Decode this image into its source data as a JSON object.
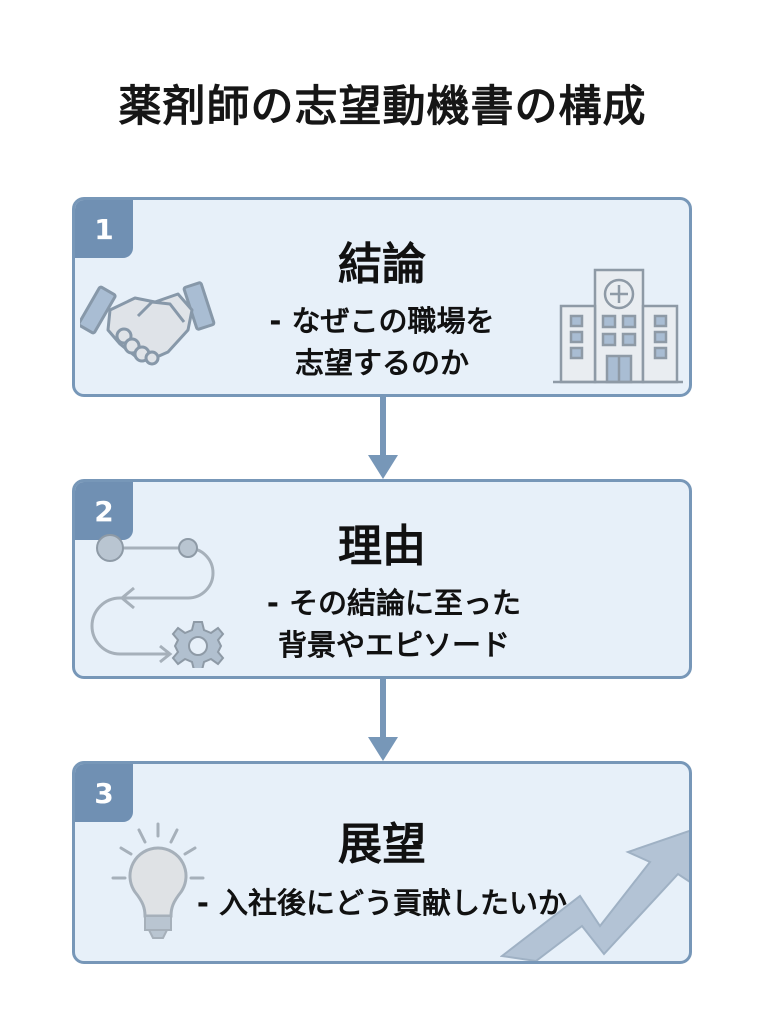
{
  "title": "薬剤師の志望動機書の構成",
  "colors": {
    "card_bg": "#e7f0f9",
    "card_border": "#7797b8",
    "badge": "#7090b3",
    "icon": "#a9b7c6",
    "arrow": "#7797b8"
  },
  "steps": [
    {
      "number": "1",
      "heading": "結論",
      "desc_line1": "- なぜこの職場を",
      "desc_line2": "志望するのか",
      "icons": [
        "handshake-icon",
        "hospital-icon"
      ]
    },
    {
      "number": "2",
      "heading": "理由",
      "desc_line1": "- その結論に至った",
      "desc_line2": "背景やエピソード",
      "icons": [
        "path-gear-icon"
      ]
    },
    {
      "number": "3",
      "heading": "展望",
      "desc_line1": "- 入社後にどう貢献したいか",
      "icons": [
        "lightbulb-icon",
        "growth-arrow-icon"
      ]
    }
  ]
}
